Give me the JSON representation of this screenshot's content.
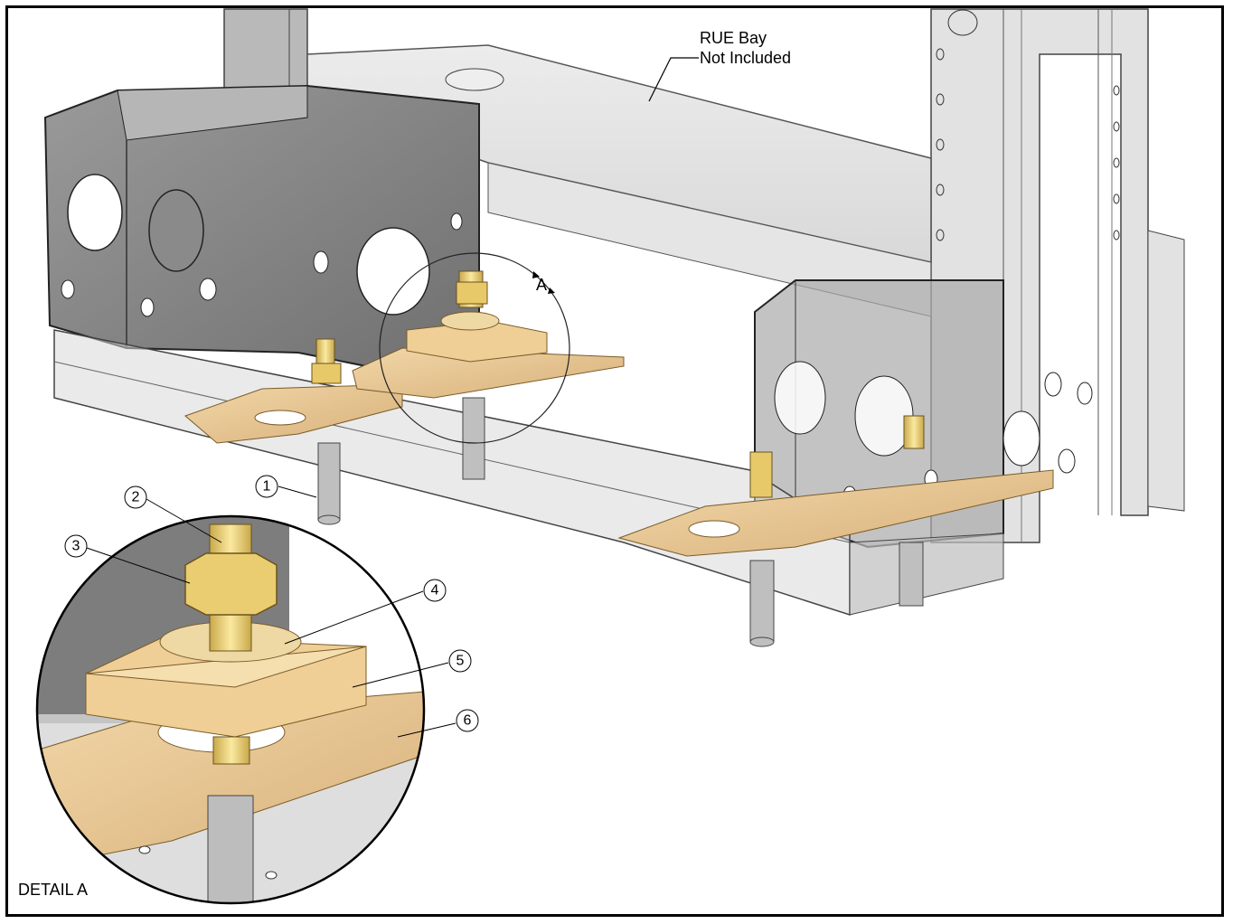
{
  "callout": {
    "line1": "RUE Bay",
    "line2": "Not Included"
  },
  "detail_marker": "A",
  "detail_title": "DETAIL A",
  "balloons": [
    "1",
    "2",
    "3",
    "4",
    "5",
    "6"
  ],
  "colors": {
    "steel": "#8e8e8e",
    "steel_light": "#c9c9c9",
    "brass": "#e6c48a",
    "brass_dark": "#c49a55",
    "bolt": "#e9d27a"
  }
}
